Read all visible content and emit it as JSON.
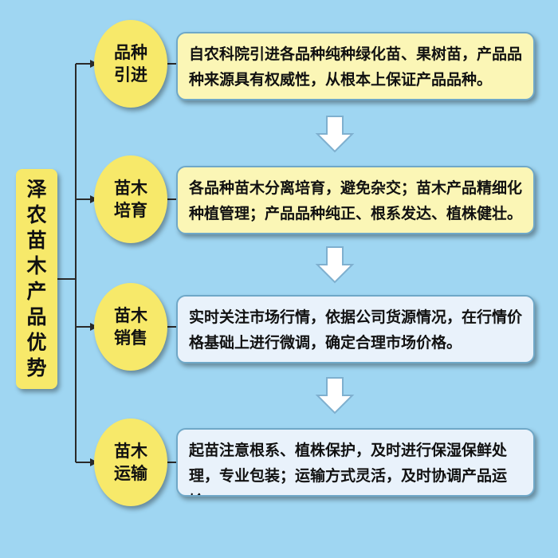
{
  "root_label": [
    "泽",
    "农",
    "苗",
    "木",
    "产",
    "品",
    "优",
    "势"
  ],
  "stages": [
    {
      "label_lines": [
        "品种",
        "引进"
      ],
      "description": "自农科院引进各品种纯种绿化苗、果树苗，产品品种来源具有权威性，从根本上保证产品品种。"
    },
    {
      "label_lines": [
        "苗木",
        "培育"
      ],
      "description": "各品种苗木分离培育，避免杂交；苗木产品精细化种植管理；产品品种纯正、根系发达、植株健壮。"
    },
    {
      "label_lines": [
        "苗木",
        "销售"
      ],
      "description": "实时关注市场行情，依据公司货源情况，在行情价格基础上进行微调，确定合理市场价格。"
    },
    {
      "label_lines": [
        "苗木",
        "运输"
      ],
      "description": "起苗注意根系、植株保护，及时进行保湿保鲜处理，专业包装；运输方式灵活，及时协调产品运输。"
    }
  ],
  "colors": {
    "background": "#9fd6f2",
    "node_fill": "#f7e96a",
    "box_yellow": "#fbf6b6",
    "box_blue": "#e9f2fb",
    "line": "#2a2a2a",
    "arrow_fill": "#ffffff",
    "arrow_stroke": "#7fb0cf"
  }
}
